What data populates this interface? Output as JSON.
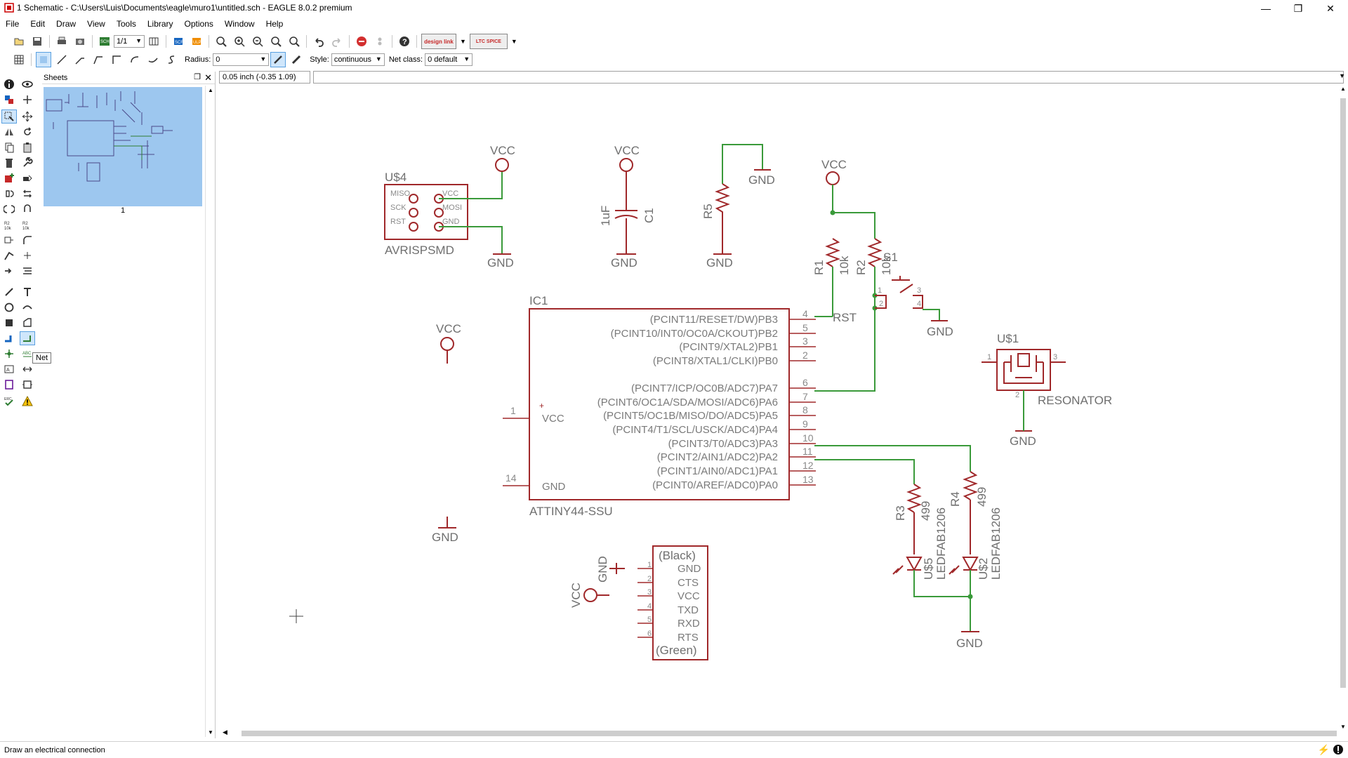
{
  "window": {
    "title": "1 Schematic - C:\\Users\\Luis\\Documents\\eagle\\muro1\\untitled.sch - EAGLE 8.0.2 premium",
    "minimize": "—",
    "maximize": "❐",
    "close": "✕"
  },
  "menu": [
    "File",
    "Edit",
    "Draw",
    "View",
    "Tools",
    "Library",
    "Options",
    "Window",
    "Help"
  ],
  "toolbar": {
    "sheet_select": "1/1",
    "design_link": "design link",
    "ltspice": "LTC SPICE"
  },
  "toolbar2": {
    "radius_label": "Radius:",
    "radius_value": "0",
    "style_label": "Style:",
    "style_value": "continuous",
    "netclass_label": "Net class:",
    "netclass_value": "0 default"
  },
  "coords": "0.05 inch (-0.35 1.09)",
  "sheets": {
    "title": "Sheets",
    "items": [
      {
        "label": "1"
      }
    ]
  },
  "tooltip": "Net",
  "status": "Draw an electrical connection",
  "schematic": {
    "labels": {
      "vcc": "VCC",
      "gnd": "GND",
      "u4": "U$4",
      "u4_value": "AVRISPSMD",
      "u4_pins": [
        "MISO",
        "SCK",
        "RST",
        "VCC",
        "MOSI",
        "GND"
      ],
      "c1": "C1",
      "c1_value": "1uF",
      "r5": "R5",
      "r1": "R1",
      "r1_value": "10k",
      "r2": "R2",
      "r2_value": "10k",
      "s1": "S1",
      "s1_pins": [
        "1",
        "2",
        "3",
        "4"
      ],
      "rst": "RST",
      "ic1": "IC1",
      "ic1_value": "ATTINY44-SSU",
      "ic_vcc": "VCC",
      "ic_gnd": "GND",
      "ic_pin_vcc": "1",
      "ic_pin_gnd": "14",
      "u1": "U$1",
      "u1_value": "RESONATOR",
      "u1_pins": [
        "1",
        "2",
        "3"
      ],
      "r3": "R3",
      "r3_value": "499",
      "r4": "R4",
      "r4_value": "499",
      "u5": "U$5",
      "u5_value": "LEDFAB1206",
      "u2": "U$2",
      "u2_value": "LEDFAB1206",
      "ftdi_top": "(Black)",
      "ftdi_bottom": "(Green)",
      "ftdi_pins": [
        "GND",
        "CTS",
        "VCC",
        "TXD",
        "RXD",
        "RTS"
      ],
      "ftdi_nums": [
        "1",
        "2",
        "3",
        "4",
        "5",
        "6"
      ]
    },
    "ic_pins": [
      {
        "name": "(PCINT11/RESET/DW)PB3",
        "num": "4"
      },
      {
        "name": "(PCINT10/INT0/OC0A/CKOUT)PB2",
        "num": "5"
      },
      {
        "name": "(PCINT9/XTAL2)PB1",
        "num": "3"
      },
      {
        "name": "(PCINT8/XTAL1/CLKI)PB0",
        "num": "2"
      },
      {
        "name": "(PCINT7/ICP/OC0B/ADC7)PA7",
        "num": "6"
      },
      {
        "name": "(PCINT6/OC1A/SDA/MOSI/ADC6)PA6",
        "num": "7"
      },
      {
        "name": "(PCINT5/OC1B/MISO/DO/ADC5)PA5",
        "num": "8"
      },
      {
        "name": "(PCINT4/T1/SCL/USCK/ADC4)PA4",
        "num": "9"
      },
      {
        "name": "(PCINT3/T0/ADC3)PA3",
        "num": "10"
      },
      {
        "name": "(PCINT2/AIN1/ADC2)PA2",
        "num": "11"
      },
      {
        "name": "(PCINT1/AIN0/ADC1)PA1",
        "num": "12"
      },
      {
        "name": "(PCINT0/AREF/ADC0)PA0",
        "num": "13"
      }
    ]
  }
}
